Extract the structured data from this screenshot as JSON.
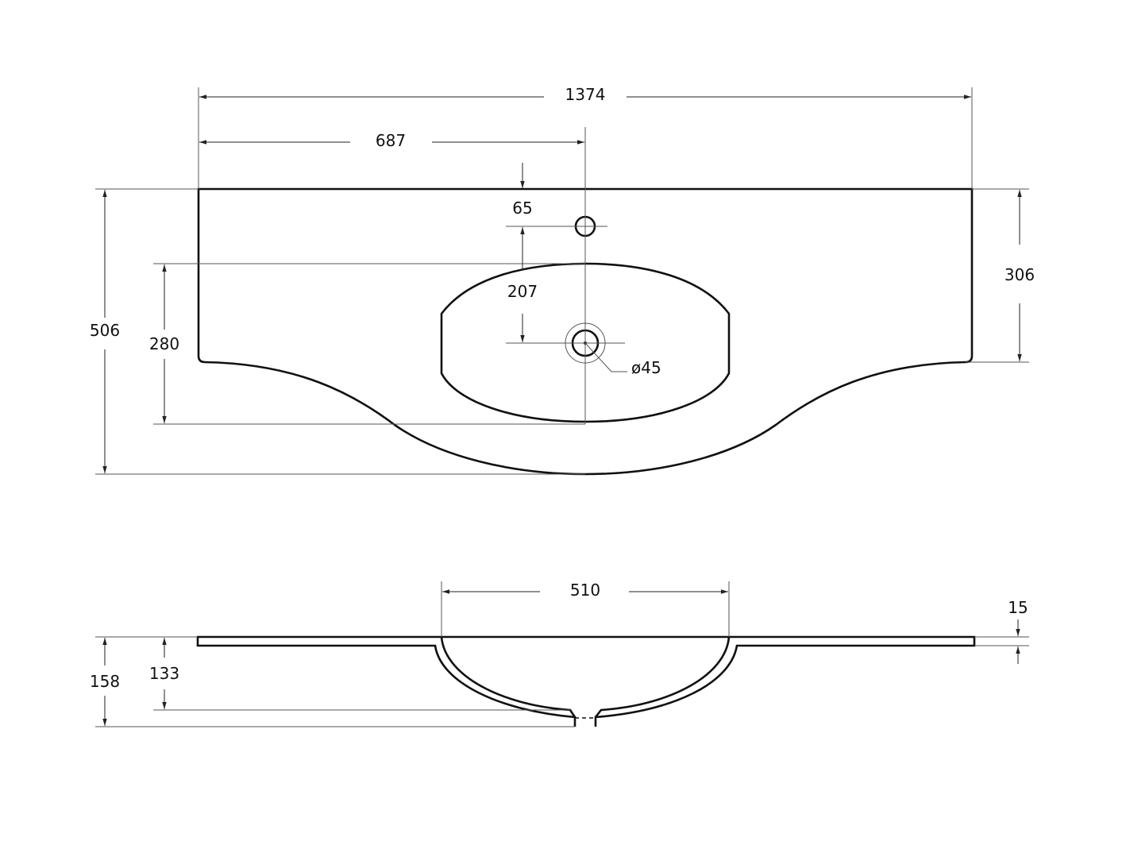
{
  "drawing": {
    "top_view": {
      "overall_width": "1374",
      "half_width": "687",
      "tap_offset": "65",
      "tap_to_drain": "207",
      "overall_depth": "506",
      "bowl_depth": "280",
      "side_depth": "306",
      "drain_diameter": "ø45"
    },
    "side_view": {
      "bowl_width": "510",
      "slab_thickness": "15",
      "total_height": "158",
      "bowl_height": "133"
    }
  }
}
